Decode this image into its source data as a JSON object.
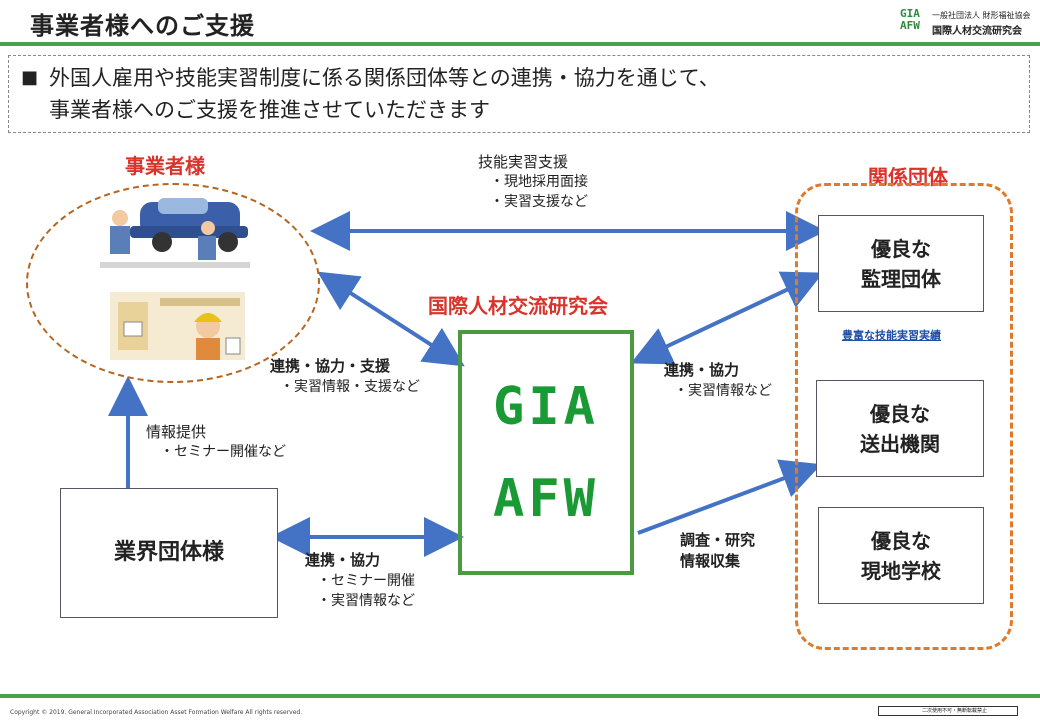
{
  "header": {
    "title": "事業者様へのご支援",
    "logo_mark": "GIA AFW",
    "logo_line1": "一般社団法人 財形福祉協会",
    "logo_line2": "国際人材交流研究会"
  },
  "intro": {
    "line1": "外国人雇用や技能実習制度に係る関係団体等との連携・協力を通じて、",
    "line2": "事業者様へのご支援を推進させていただきます"
  },
  "nodes": {
    "business": "事業者様",
    "organizations": "関係団体",
    "center_label": "国際人材交流研究会",
    "center_logo_1": "GIA",
    "center_logo_2": "AFW",
    "industry": "業界団体様",
    "org1": "優良な\n監理団体",
    "org1_link": "豊富な技能実習実績",
    "org2": "優良な\n送出機関",
    "org3": "優良な\n現地学校"
  },
  "edges": {
    "top_title": "技能実習支援",
    "top_items": [
      "・現地採用面接",
      "・実習支援など"
    ],
    "left_title": "連携・協力・支援",
    "left_items": [
      "・実習情報・支援など"
    ],
    "right_title": "連携・協力",
    "right_items": [
      "・実習情報など"
    ],
    "info_title": "情報提供",
    "info_items": [
      "・セミナー開催など"
    ],
    "bottom_title": "連携・協力",
    "bottom_items": [
      "・セミナー開催",
      "・実習情報など"
    ],
    "research_title": "調査・研究",
    "research_sub": "情報収集"
  },
  "footer": {
    "copyright": "Copyright © 2019. General Incorporated Association Asset Formation Welfare All rights reserved.",
    "box_text": "二次使用不可・無断転載禁止"
  },
  "colors": {
    "green": "#4aa14a",
    "red": "#d9342b",
    "orange": "#e07a2a",
    "arrow": "#4472c4"
  }
}
